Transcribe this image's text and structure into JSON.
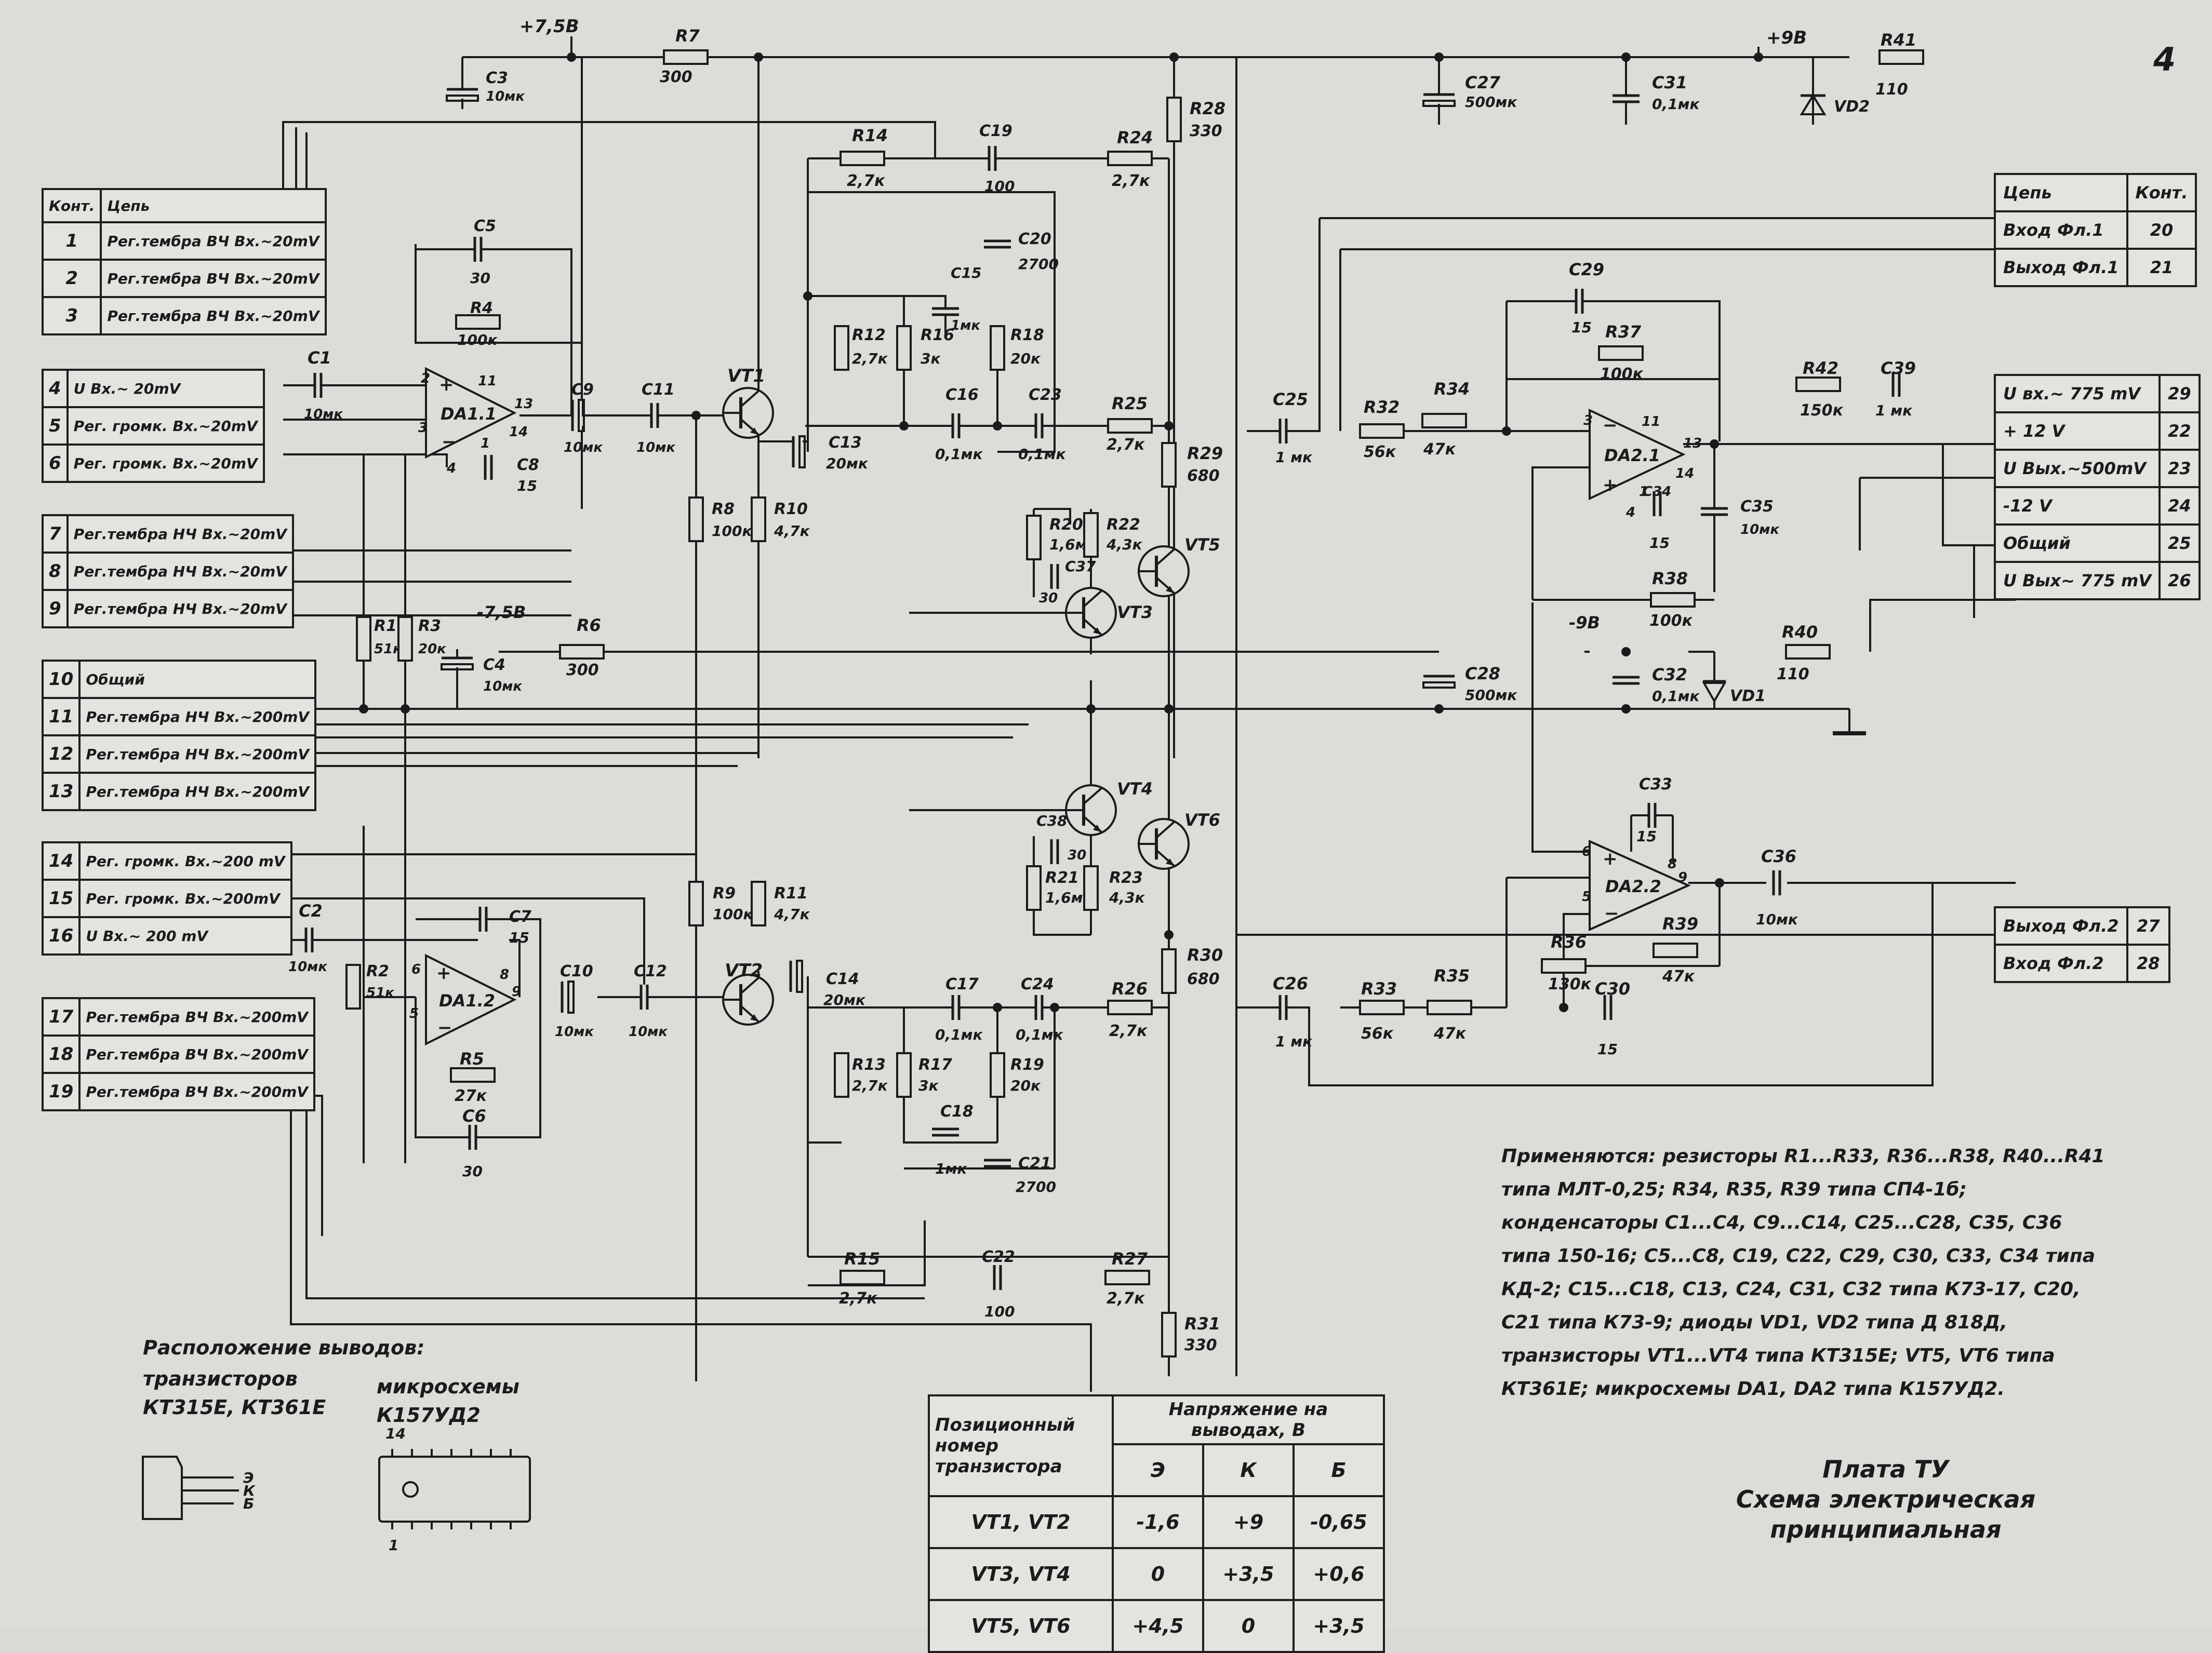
{
  "page_number": "4",
  "rails": {
    "plus_75": "+7,5В",
    "plus_9": "+9В",
    "minus_75": "-7,5В",
    "minus_9": "-9В"
  },
  "left_table": {
    "header": [
      "Конт.",
      "Цепь"
    ],
    "groups": [
      [
        {
          "n": "1",
          "s": "Рег.тембра ВЧ Вх.~20mV"
        },
        {
          "n": "2",
          "s": "Рег.тембра ВЧ Вх.~20mV"
        },
        {
          "n": "3",
          "s": "Рег.тембра ВЧ Вх.~20mV"
        }
      ],
      [
        {
          "n": "4",
          "s": "U Вх.~ 20mV"
        },
        {
          "n": "5",
          "s": "Рег. громк. Вх.~20mV"
        },
        {
          "n": "6",
          "s": "Рег. громк. Вх.~20mV"
        }
      ],
      [
        {
          "n": "7",
          "s": "Рег.тембра НЧ Вх.~20mV"
        },
        {
          "n": "8",
          "s": "Рег.тембра НЧ Вх.~20mV"
        },
        {
          "n": "9",
          "s": "Рег.тембра НЧ Вх.~20mV"
        }
      ],
      [
        {
          "n": "10",
          "s": "Общий"
        },
        {
          "n": "11",
          "s": "Рег.тембра НЧ Вх.~200mV"
        },
        {
          "n": "12",
          "s": "Рег.тембра НЧ Вх.~200mV"
        },
        {
          "n": "13",
          "s": "Рег.тембра НЧ Вх.~200mV"
        }
      ],
      [
        {
          "n": "14",
          "s": "Рег. громк. Вх.~200 mV"
        },
        {
          "n": "15",
          "s": "Рег. громк. Вх.~200mV"
        },
        {
          "n": "16",
          "s": "U Вх.~ 200 mV"
        }
      ],
      [
        {
          "n": "17",
          "s": "Рег.тембра ВЧ Вх.~200mV"
        },
        {
          "n": "18",
          "s": "Рег.тембра ВЧ Вх.~200mV"
        },
        {
          "n": "19",
          "s": "Рег.тембра ВЧ Вх.~200mV"
        }
      ]
    ]
  },
  "right_tables": {
    "top": {
      "header": [
        "Цепь",
        "Конт."
      ],
      "rows": [
        {
          "s": "Вход Фл.1",
          "n": "20"
        },
        {
          "s": "Выход Фл.1",
          "n": "21"
        }
      ]
    },
    "mid": {
      "rows": [
        {
          "s": "U вх.~ 775 mV",
          "n": "29"
        },
        {
          "s": "+ 12 V",
          "n": "22"
        },
        {
          "s": "U Вых.~500mV",
          "n": "23"
        },
        {
          "s": "-12 V",
          "n": "24"
        },
        {
          "s": "Общий",
          "n": "25"
        },
        {
          "s": "U Вых~ 775 mV",
          "n": "26"
        }
      ]
    },
    "bottom": {
      "rows": [
        {
          "s": "Выход Фл.2",
          "n": "27"
        },
        {
          "s": "Вход Фл.2",
          "n": "28"
        }
      ]
    }
  },
  "components": {
    "r7": [
      "R7",
      "300"
    ],
    "r28": [
      "R28",
      "330"
    ],
    "r41": [
      "R41",
      "110"
    ],
    "c3": [
      "C3",
      "10мк"
    ],
    "c27": [
      "C27",
      "500мк"
    ],
    "c31": [
      "C31",
      "0,1мк"
    ],
    "vd2": "VD2",
    "r14": [
      "R14",
      "2,7к"
    ],
    "c19": [
      "C19",
      "100"
    ],
    "r24": [
      "R24",
      "2,7к"
    ],
    "c20": [
      "C20",
      "2700"
    ],
    "c15": [
      "C15",
      "1мк"
    ],
    "r12": [
      "R12",
      "2,7к"
    ],
    "r16": [
      "R16",
      "3к"
    ],
    "r18": [
      "R18",
      "20к"
    ],
    "c16": [
      "C16",
      "0,1мк"
    ],
    "c23": [
      "C23",
      "0,1мк"
    ],
    "r25": [
      "R25",
      "2,7к"
    ],
    "r29": [
      "R29",
      "680"
    ],
    "c13": [
      "C13",
      "20мк"
    ],
    "c5": [
      "C5",
      "30"
    ],
    "r4": [
      "R4",
      "100к"
    ],
    "c8": [
      "C8",
      "15"
    ],
    "c1": [
      "C1",
      "10мк"
    ],
    "c9": [
      "C9",
      "10мк"
    ],
    "c11": [
      "C11",
      "10мк"
    ],
    "da11": "DA1.1",
    "vt1": "VT1",
    "vt2": "VT2",
    "vt3": "VT3",
    "vt4": "VT4",
    "vt5": "VT5",
    "vt6": "VT6",
    "r8": [
      "R8",
      "100к"
    ],
    "r10": [
      "R10",
      "4,7к"
    ],
    "r20": [
      "R20",
      "1,6м"
    ],
    "r22": [
      "R22",
      "4,3к"
    ],
    "c37": [
      "C37",
      "30"
    ],
    "r1": [
      "R1",
      "51к"
    ],
    "r3": [
      "R3",
      "20к"
    ],
    "c4": [
      "C4",
      "10мк"
    ],
    "r6": [
      "R6",
      "300"
    ],
    "c25": [
      "C25",
      "1 мк"
    ],
    "r32": [
      "R32",
      "56к"
    ],
    "r34": [
      "R34",
      "47к"
    ],
    "c29": [
      "C29",
      "15"
    ],
    "r37": [
      "R37",
      "100к"
    ],
    "da21": "DA2.1",
    "c34": [
      "C34",
      "15"
    ],
    "c35": [
      "C35",
      "10мк"
    ],
    "r42": [
      "R42",
      "150к"
    ],
    "c39": [
      "C39",
      "1 мк"
    ],
    "r38": [
      "R38",
      "100к"
    ],
    "r40": [
      "R40",
      "110"
    ],
    "c28": [
      "C28",
      "500мк"
    ],
    "c32": [
      "C32",
      "0,1мк"
    ],
    "vd1": "VD1",
    "c38": [
      "C38",
      "30"
    ],
    "r21": [
      "R21",
      "1,6м"
    ],
    "r23": [
      "R23",
      "4,3к"
    ],
    "c33": [
      "C33",
      "15"
    ],
    "da22": "DA2.2",
    "c36": [
      "C36",
      "10мк"
    ],
    "r36": [
      "R36",
      "130к"
    ],
    "r39": [
      "R39",
      "47к"
    ],
    "c30": [
      "C30",
      "15"
    ],
    "c26": [
      "C26",
      "1 мк"
    ],
    "r33": [
      "R33",
      "56к"
    ],
    "r35": [
      "R35",
      "47к"
    ],
    "c2": [
      "C2",
      "10мк"
    ],
    "r2": [
      "R2",
      "51к"
    ],
    "c7": [
      "C7",
      "15"
    ],
    "da12": "DA1.2",
    "r5": [
      "R5",
      "27к"
    ],
    "c6": [
      "C6",
      "30"
    ],
    "c10": [
      "C10",
      "10мк"
    ],
    "c12": [
      "C12",
      "10мк"
    ],
    "r9": [
      "R9",
      "100к"
    ],
    "r11": [
      "R11",
      "4,7к"
    ],
    "c14": [
      "C14",
      "20мк"
    ],
    "c17": [
      "C17",
      "0,1мк"
    ],
    "c24": [
      "C24",
      "0,1мк"
    ],
    "r26": [
      "R26",
      "2,7к"
    ],
    "r30": [
      "R30",
      "680"
    ],
    "r13": [
      "R13",
      "2,7к"
    ],
    "r17": [
      "R17",
      "3к"
    ],
    "r19": [
      "R19",
      "20к"
    ],
    "c18": [
      "C18",
      "1мк"
    ],
    "c21": [
      "C21",
      "2700"
    ],
    "r15": [
      "R15",
      "2,7к"
    ],
    "c22": [
      "C22",
      "100"
    ],
    "r27": [
      "R27",
      "2,7к"
    ],
    "r31": [
      "R31",
      "330"
    ]
  },
  "pins": {
    "da11": [
      "2",
      "3",
      "11",
      "13",
      "14",
      "1",
      "4"
    ],
    "da12": [
      "6",
      "5",
      "8",
      "9"
    ],
    "da21": [
      "3",
      "11",
      "13",
      "14",
      "4",
      "1"
    ],
    "da22": [
      "6",
      "5",
      "8",
      "9"
    ]
  },
  "notes": "Применяются: резисторы R1...R33, R36...R38, R40...R41 типа МЛТ-0,25; R34, R35, R39 типа СП4-1б; конденсаторы C1...C4, C9...C14, C25...C28, C35, C36 типа 150-16; C5...C8, C19, C22, C29, C30, C33, C34 типа КД-2; C15...C18, C13, C24, C31, C32 типа К73-17, C20, C21 типа К73-9; диоды VD1, VD2 типа Д 818Д, транзисторы VT1...VT4 типа КТ315Е; VT5, VT6 типа КТ361Е; микросхемы DA1, DA2 типа К157УД2.",
  "pinout": {
    "title": "Расположение выводов:",
    "transistors_label": "транзисторов",
    "transistors_types": "КТ315Е, КТ361Е",
    "ic_label": "микросхемы",
    "ic_type": "К157УД2",
    "transistor_pins": [
      "Э",
      "К",
      "Б"
    ],
    "ic_pins": [
      "14",
      "1"
    ]
  },
  "voltage_table": {
    "header": [
      "Позиционный номер транзистора",
      "Напряжение на выводах, В"
    ],
    "sub": [
      "Э",
      "К",
      "Б"
    ],
    "rows": [
      [
        "VT1, VT2",
        "-1,6",
        "+9",
        "-0,65"
      ],
      [
        "VT3, VT4",
        "0",
        "+3,5",
        "+0,6"
      ],
      [
        "VT5, VT6",
        "+4,5",
        "0",
        "+3,5"
      ]
    ]
  },
  "title_block": {
    "line1": "Плата ТУ",
    "line2": "Схема электрическая",
    "line3": "принципиальная"
  }
}
